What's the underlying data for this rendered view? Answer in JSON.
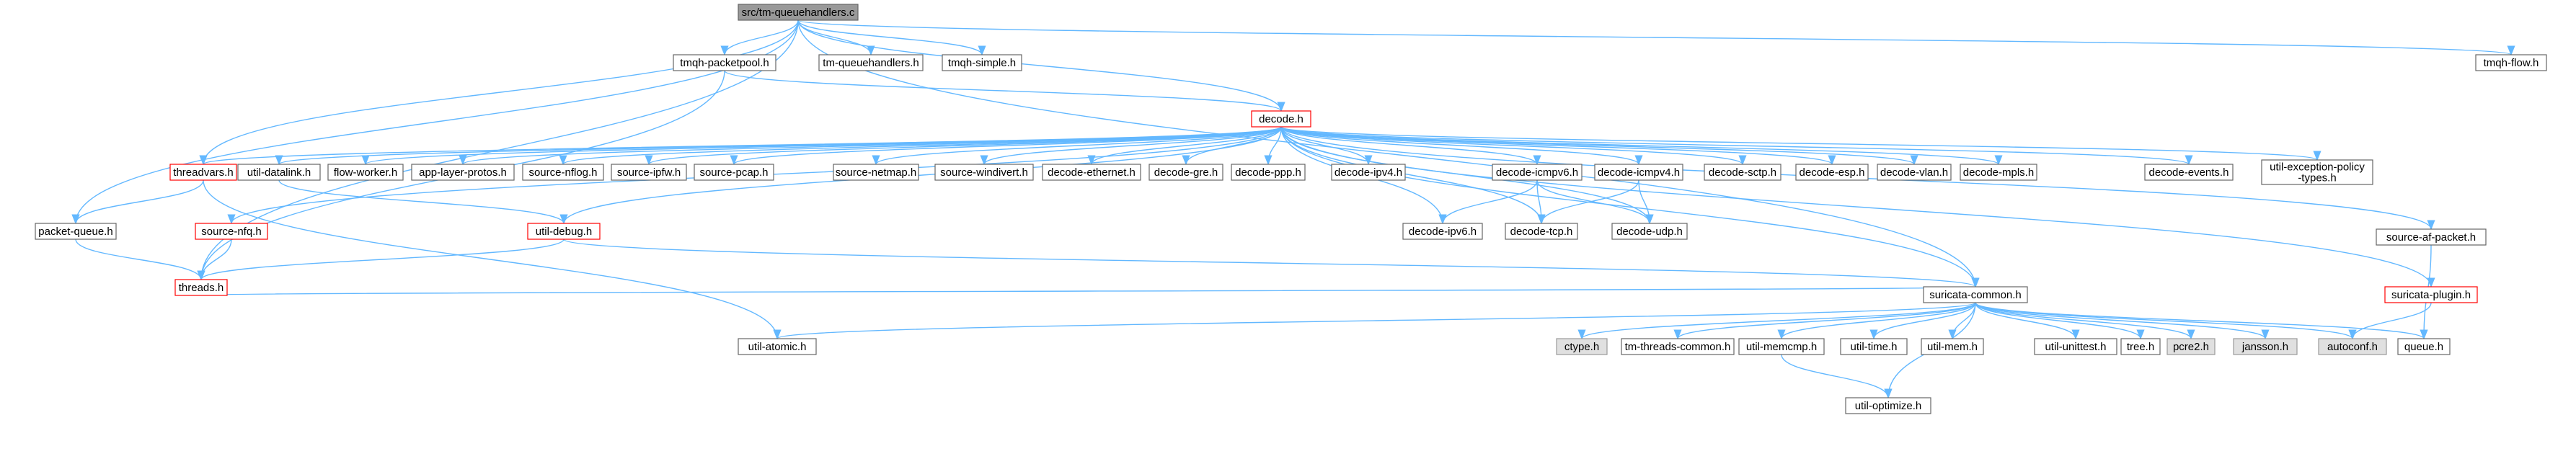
{
  "colors": {
    "edge": "#63b8ff",
    "root_fill": "#999999",
    "normal_border": "#666666",
    "red_border": "#ff0000",
    "system_fill": "#e0e0e0",
    "system_border": "#999999"
  },
  "nodes": [
    {
      "id": "root",
      "label": "src/tm-queuehandlers.c",
      "kind": "root"
    },
    {
      "id": "tmqh_packetpool",
      "label": "tmqh-packetpool.h",
      "kind": "normal"
    },
    {
      "id": "tm_queuehandlers",
      "label": "tm-queuehandlers.h",
      "kind": "normal"
    },
    {
      "id": "tmqh_simple",
      "label": "tmqh-simple.h",
      "kind": "normal"
    },
    {
      "id": "tmqh_flow",
      "label": "tmqh-flow.h",
      "kind": "normal"
    },
    {
      "id": "decode",
      "label": "decode.h",
      "kind": "red"
    },
    {
      "id": "threadvars",
      "label": "threadvars.h",
      "kind": "red"
    },
    {
      "id": "util_datalink",
      "label": "util-datalink.h",
      "kind": "normal"
    },
    {
      "id": "flow_worker",
      "label": "flow-worker.h",
      "kind": "normal"
    },
    {
      "id": "app_layer_protos",
      "label": "app-layer-protos.h",
      "kind": "normal"
    },
    {
      "id": "source_nflog",
      "label": "source-nflog.h",
      "kind": "normal"
    },
    {
      "id": "source_ipfw",
      "label": "source-ipfw.h",
      "kind": "normal"
    },
    {
      "id": "source_pcap",
      "label": "source-pcap.h",
      "kind": "normal"
    },
    {
      "id": "source_netmap",
      "label": "source-netmap.h",
      "kind": "normal"
    },
    {
      "id": "source_windivert",
      "label": "source-windivert.h",
      "kind": "normal"
    },
    {
      "id": "decode_ethernet",
      "label": "decode-ethernet.h",
      "kind": "normal"
    },
    {
      "id": "decode_gre",
      "label": "decode-gre.h",
      "kind": "normal"
    },
    {
      "id": "decode_ppp",
      "label": "decode-ppp.h",
      "kind": "normal"
    },
    {
      "id": "decode_ipv4",
      "label": "decode-ipv4.h",
      "kind": "normal"
    },
    {
      "id": "decode_icmpv6",
      "label": "decode-icmpv6.h",
      "kind": "normal"
    },
    {
      "id": "decode_icmpv4",
      "label": "decode-icmpv4.h",
      "kind": "normal"
    },
    {
      "id": "decode_sctp",
      "label": "decode-sctp.h",
      "kind": "normal"
    },
    {
      "id": "decode_esp",
      "label": "decode-esp.h",
      "kind": "normal"
    },
    {
      "id": "decode_vlan",
      "label": "decode-vlan.h",
      "kind": "normal"
    },
    {
      "id": "decode_mpls",
      "label": "decode-mpls.h",
      "kind": "normal"
    },
    {
      "id": "decode_events",
      "label": "decode-events.h",
      "kind": "normal"
    },
    {
      "id": "util_exception",
      "label": "util-exception-policy\n-types.h",
      "kind": "normal"
    },
    {
      "id": "packet_queue",
      "label": "packet-queue.h",
      "kind": "normal"
    },
    {
      "id": "source_nfq",
      "label": "source-nfq.h",
      "kind": "red"
    },
    {
      "id": "util_debug",
      "label": "util-debug.h",
      "kind": "red"
    },
    {
      "id": "decode_ipv6",
      "label": "decode-ipv6.h",
      "kind": "normal"
    },
    {
      "id": "decode_tcp",
      "label": "decode-tcp.h",
      "kind": "normal"
    },
    {
      "id": "decode_udp",
      "label": "decode-udp.h",
      "kind": "normal"
    },
    {
      "id": "threads",
      "label": "threads.h",
      "kind": "red"
    },
    {
      "id": "source_af_packet",
      "label": "source-af-packet.h",
      "kind": "normal"
    },
    {
      "id": "suricata_plugin",
      "label": "suricata-plugin.h",
      "kind": "red"
    },
    {
      "id": "suricata_common",
      "label": "suricata-common.h",
      "kind": "normal"
    },
    {
      "id": "util_atomic",
      "label": "util-atomic.h",
      "kind": "normal"
    },
    {
      "id": "ctype",
      "label": "ctype.h",
      "kind": "system"
    },
    {
      "id": "tm_threads_common",
      "label": "tm-threads-common.h",
      "kind": "normal"
    },
    {
      "id": "util_memcmp",
      "label": "util-memcmp.h",
      "kind": "normal"
    },
    {
      "id": "util_time",
      "label": "util-time.h",
      "kind": "normal"
    },
    {
      "id": "util_mem",
      "label": "util-mem.h",
      "kind": "normal"
    },
    {
      "id": "util_unittest",
      "label": "util-unittest.h",
      "kind": "normal"
    },
    {
      "id": "tree",
      "label": "tree.h",
      "kind": "normal"
    },
    {
      "id": "pcre2",
      "label": "pcre2.h",
      "kind": "system"
    },
    {
      "id": "jansson",
      "label": "jansson.h",
      "kind": "system"
    },
    {
      "id": "autoconf",
      "label": "autoconf.h",
      "kind": "system"
    },
    {
      "id": "queue",
      "label": "queue.h",
      "kind": "normal"
    },
    {
      "id": "util_optimize",
      "label": "util-optimize.h",
      "kind": "normal"
    }
  ],
  "edges": [
    [
      "root",
      "tmqh_packetpool"
    ],
    [
      "root",
      "tm_queuehandlers"
    ],
    [
      "root",
      "tmqh_simple"
    ],
    [
      "root",
      "tmqh_flow"
    ],
    [
      "root",
      "threadvars"
    ],
    [
      "root",
      "packet_queue"
    ],
    [
      "root",
      "threads"
    ],
    [
      "root",
      "decode"
    ],
    [
      "root",
      "suricata_common"
    ],
    [
      "tmqh_packetpool",
      "decode"
    ],
    [
      "tmqh_packetpool",
      "threads"
    ],
    [
      "decode",
      "threadvars"
    ],
    [
      "decode",
      "util_datalink"
    ],
    [
      "decode",
      "flow_worker"
    ],
    [
      "decode",
      "app_layer_protos"
    ],
    [
      "decode",
      "source_nflog"
    ],
    [
      "decode",
      "source_ipfw"
    ],
    [
      "decode",
      "source_pcap"
    ],
    [
      "decode",
      "source_netmap"
    ],
    [
      "decode",
      "source_windivert"
    ],
    [
      "decode",
      "decode_ethernet"
    ],
    [
      "decode",
      "decode_gre"
    ],
    [
      "decode",
      "decode_ppp"
    ],
    [
      "decode",
      "decode_ipv4"
    ],
    [
      "decode",
      "decode_icmpv6"
    ],
    [
      "decode",
      "decode_icmpv4"
    ],
    [
      "decode",
      "decode_sctp"
    ],
    [
      "decode",
      "decode_esp"
    ],
    [
      "decode",
      "decode_vlan"
    ],
    [
      "decode",
      "decode_mpls"
    ],
    [
      "decode",
      "decode_events"
    ],
    [
      "decode",
      "util_exception"
    ],
    [
      "decode",
      "source_nfq"
    ],
    [
      "decode",
      "util_debug"
    ],
    [
      "decode",
      "decode_ipv6"
    ],
    [
      "decode",
      "decode_tcp"
    ],
    [
      "decode",
      "decode_udp"
    ],
    [
      "decode",
      "suricata_common"
    ],
    [
      "decode",
      "source_af_packet"
    ],
    [
      "decode",
      "suricata_plugin"
    ],
    [
      "threadvars",
      "packet_queue"
    ],
    [
      "threadvars",
      "util_atomic"
    ],
    [
      "util_datalink",
      "util_debug"
    ],
    [
      "decode_icmpv6",
      "decode_ipv6"
    ],
    [
      "decode_icmpv6",
      "decode_tcp"
    ],
    [
      "decode_icmpv6",
      "decode_udp"
    ],
    [
      "decode_icmpv4",
      "decode_tcp"
    ],
    [
      "decode_icmpv4",
      "decode_udp"
    ],
    [
      "packet_queue",
      "threads"
    ],
    [
      "source_nfq",
      "threads"
    ],
    [
      "util_debug",
      "threads"
    ],
    [
      "util_debug",
      "suricata_common"
    ],
    [
      "threads",
      "suricata_common"
    ],
    [
      "source_af_packet",
      "queue"
    ],
    [
      "suricata_plugin",
      "autoconf"
    ],
    [
      "suricata_common",
      "util_atomic"
    ],
    [
      "suricata_common",
      "ctype"
    ],
    [
      "suricata_common",
      "tm_threads_common"
    ],
    [
      "suricata_common",
      "util_memcmp"
    ],
    [
      "suricata_common",
      "util_time"
    ],
    [
      "suricata_common",
      "util_mem"
    ],
    [
      "suricata_common",
      "util_unittest"
    ],
    [
      "suricata_common",
      "tree"
    ],
    [
      "suricata_common",
      "pcre2"
    ],
    [
      "suricata_common",
      "jansson"
    ],
    [
      "suricata_common",
      "autoconf"
    ],
    [
      "suricata_common",
      "queue"
    ],
    [
      "suricata_common",
      "util_optimize"
    ],
    [
      "util_memcmp",
      "util_optimize"
    ]
  ]
}
